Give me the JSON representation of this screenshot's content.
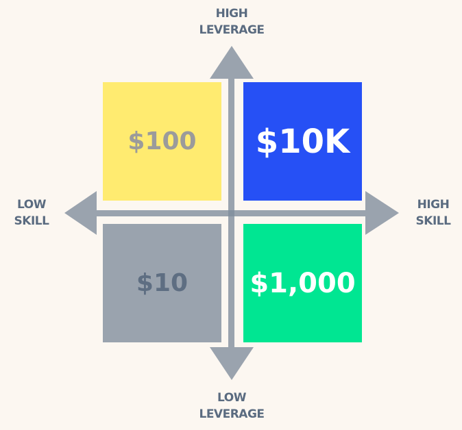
{
  "axes": {
    "top": [
      "HIGH",
      "LEVERAGE"
    ],
    "bottom": [
      "LOW",
      "LEVERAGE"
    ],
    "left": [
      "LOW",
      "SKILL"
    ],
    "right": [
      "HIGH",
      "SKILL"
    ],
    "color": "#9AA3AE"
  },
  "quadrants": {
    "top_left": {
      "value": "$100",
      "bg": "#FFEB70",
      "fg": "#9B9B9B"
    },
    "top_right": {
      "value": "$10K",
      "bg": "#2650F5",
      "fg": "#FFFFFF"
    },
    "bottom_left": {
      "value": "$10",
      "bg": "#9AA3AE",
      "fg": "#5E6E82"
    },
    "bottom_right": {
      "value": "$1,000",
      "bg": "#00E692",
      "fg": "#FFFFFF"
    }
  }
}
